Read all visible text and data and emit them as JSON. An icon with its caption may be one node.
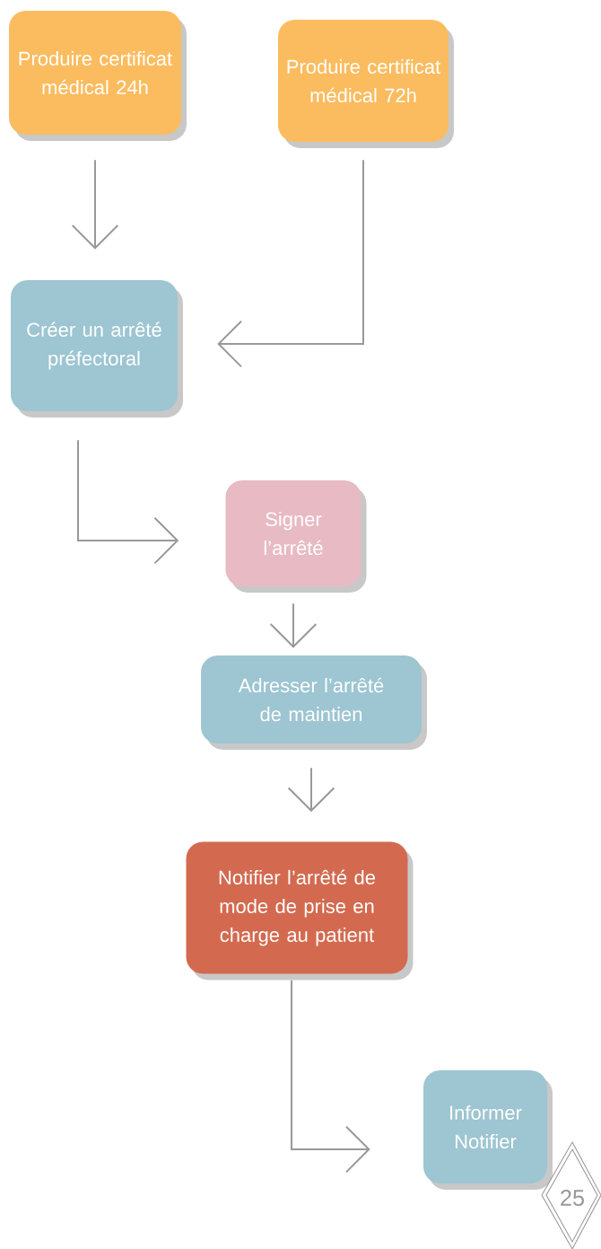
{
  "diagram": {
    "nodes": [
      {
        "text": [
          "Produire certificat médical 24h"
        ]
      },
      {
        "text": [
          "Produire certificat médical 72h"
        ]
      },
      {
        "text": [
          "Créer un arrêté préfectoral"
        ]
      },
      {
        "text": [
          "Signer l’arrêté"
        ]
      },
      {
        "text": [
          "Adresser l’arrêté de maintien"
        ]
      },
      {
        "text": [
          "Notifier l’arrêté de mode de prise en charge au patient"
        ]
      },
      {
        "text": [
          "Informer Notifier"
        ]
      }
    ],
    "edges": [
      {
        "from": 0,
        "to": 2,
        "arrow": "to"
      },
      {
        "from": 1,
        "to": 2,
        "arrow": "to"
      },
      {
        "from": 2,
        "to": 3,
        "arrow": "to"
      },
      {
        "from": 3,
        "to": 4,
        "arrow": "to"
      },
      {
        "from": 4,
        "to": 5,
        "arrow": "to"
      },
      {
        "from": 5,
        "to": 6,
        "arrow": "to"
      }
    ],
    "labels": [
      "25"
    ]
  }
}
